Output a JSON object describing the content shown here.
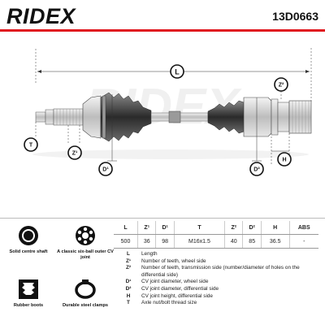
{
  "header": {
    "brand": "RIDEX",
    "part_number": "13D0663",
    "accent_color": "#e0181f"
  },
  "diagram": {
    "watermark": "RIDEX",
    "markers": {
      "L": "L",
      "Z2": "Z²",
      "T": "T",
      "Z1": "Z¹",
      "D1": "D¹",
      "D2": "D²",
      "H": "H"
    }
  },
  "features": [
    {
      "icon": "shaft-cross-section-icon",
      "caption": "Solid centre shaft"
    },
    {
      "icon": "six-ball-cv-joint-icon",
      "caption": "A classic six-ball outer CV joint"
    },
    {
      "icon": "rubber-boot-icon",
      "caption": "Rubber boots"
    },
    {
      "icon": "steel-clamp-icon",
      "caption": "Durable steel clamps"
    }
  ],
  "spec_table": {
    "headers": [
      "L",
      "Z¹",
      "D¹",
      "T",
      "Z²",
      "D²",
      "H",
      "ABS"
    ],
    "values": [
      "500",
      "36",
      "98",
      "M16x1.5",
      "40",
      "85",
      "36.5",
      "-"
    ]
  },
  "legend": [
    {
      "key": "L",
      "desc": "Length"
    },
    {
      "key": "Z¹",
      "desc": "Number of teeth, wheel side"
    },
    {
      "key": "Z²",
      "desc": "Number of teeth, transmission side (number/diameter of holes on the differential side)"
    },
    {
      "key": "D¹",
      "desc": "CV joint diameter, wheel side"
    },
    {
      "key": "D²",
      "desc": "CV joint diameter, differential side"
    },
    {
      "key": "H",
      "desc": "CV joint height, differential side"
    },
    {
      "key": "T",
      "desc": "Axle nut/bolt thread size"
    }
  ]
}
